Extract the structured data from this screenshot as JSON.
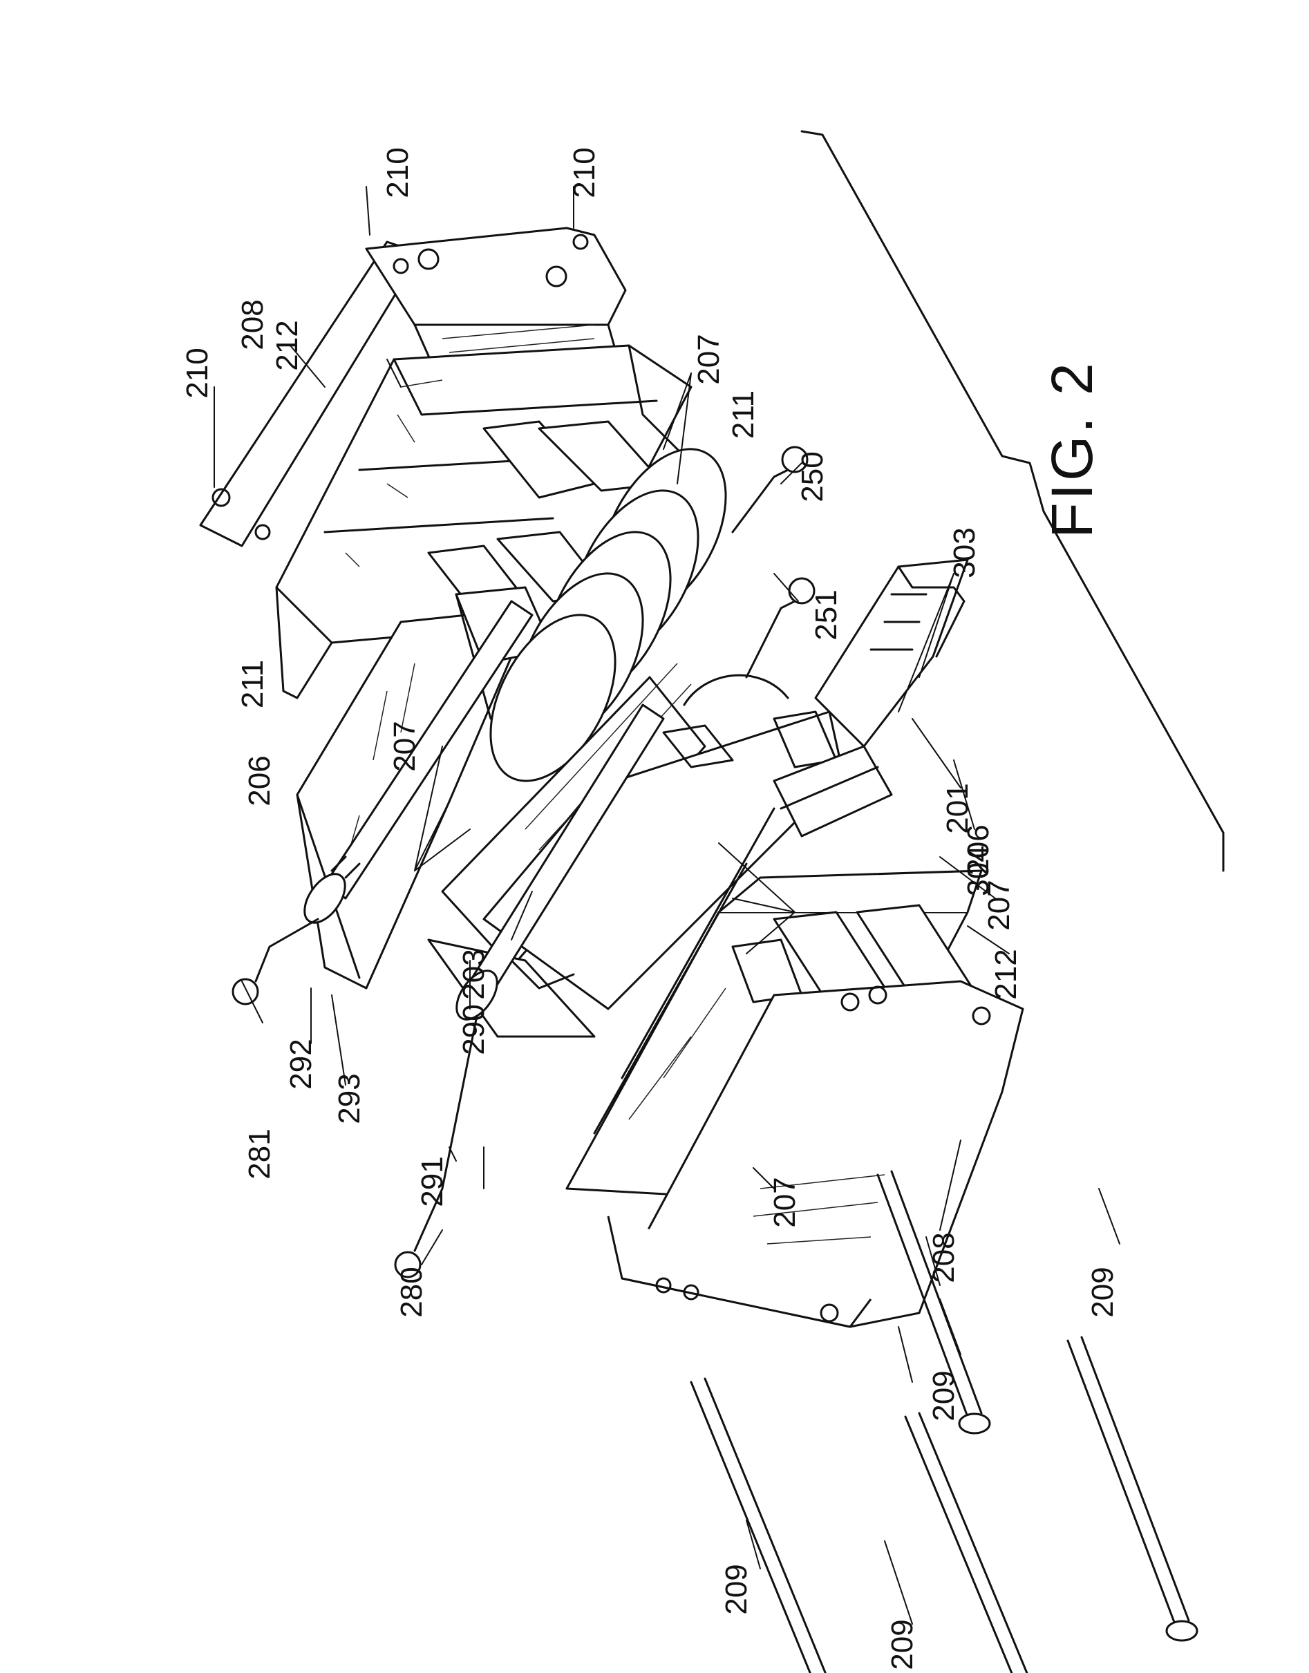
{
  "figure_label": "FIG. 2",
  "labels": {
    "l210a": "210",
    "l210b": "210",
    "l210c": "210",
    "l208a": "208",
    "l212a": "212",
    "l207a": "207",
    "l211a": "211",
    "l251": "251",
    "l250": "250",
    "l303": "303",
    "l206a": "206",
    "l201": "201",
    "l304": "304",
    "l207b": "207",
    "l212b": "212",
    "l211b": "211",
    "l207c": "207",
    "l206b": "206",
    "l203": "203",
    "l292": "292",
    "l293": "293",
    "l290": "290",
    "l281": "281",
    "l291": "291",
    "l280": "280",
    "l207d": "207",
    "l208b": "208",
    "l209a": "209",
    "l209b": "209",
    "l209c": "209",
    "l209d": "209"
  }
}
